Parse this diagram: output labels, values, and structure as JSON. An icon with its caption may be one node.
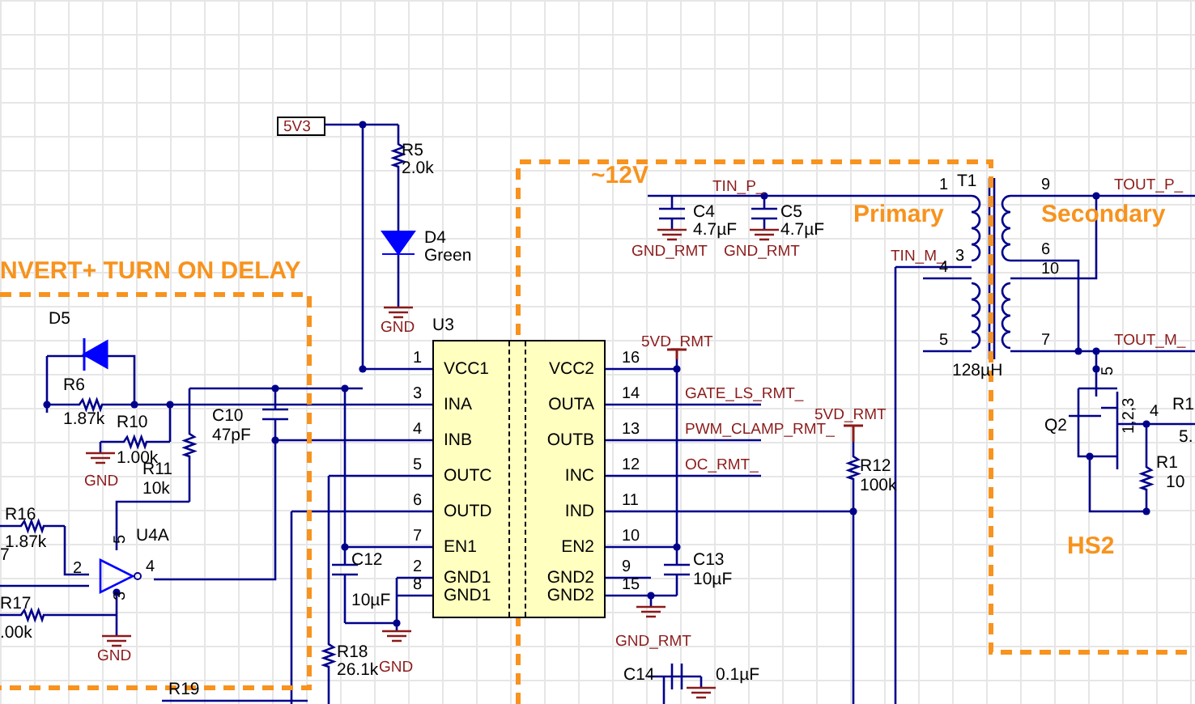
{
  "diagram": {
    "nodes": [
      {
        "text": [
          "5V3"
        ]
      },
      {
        "text": [
          "VCC1",
          "VCC2",
          "INA",
          "OUTA",
          "INB",
          "OUTB",
          "OUTC",
          "INC",
          "OUTD",
          "IND",
          "EN1",
          "EN2",
          "GND1",
          "GND2",
          "GND1",
          "GND2"
        ]
      }
    ],
    "labels": [
      "R5",
      "2.0k",
      "~12V",
      "TIN_P_",
      "1",
      "T1",
      "9",
      "TOUT_P_",
      "C4",
      "C5",
      "Primary",
      "Secondary",
      "D4",
      "4.7µF",
      "4.7µF",
      "Green",
      "GND_RMT",
      "GND_RMT",
      "TIN_M_",
      "3",
      "6",
      "4",
      "10",
      "NVERT+ TURN ON DELAY",
      "D5",
      "GND",
      "U3",
      "5VD_RMT",
      "5",
      "7",
      "TOUT_M_",
      "1",
      "16",
      "128µH",
      "R6",
      "1.87k",
      "3",
      "14",
      "GATE_LS_RMT_",
      "5",
      "R1",
      "R10",
      "1.00k",
      "C10",
      "47pF",
      "4",
      "13",
      "PWM_CLAMP_RMT_",
      "5VD_RMT",
      "Q2",
      "4",
      "5.",
      "GND",
      "R11",
      "10k",
      "5",
      "12",
      "OC_RMT_",
      "R12",
      "100k",
      "1,2,3",
      "R1",
      "10",
      "R16",
      "1.87k",
      "6",
      "11",
      "U4A",
      "7",
      "7",
      "10",
      "HS2",
      "C12",
      "C13",
      "2",
      "5",
      "4",
      "2",
      "9",
      "8",
      "15",
      "10µF",
      "R17",
      "10µF",
      ".00k",
      "3",
      "R18",
      "26.1k",
      "GND_RMT",
      "GND",
      "GND",
      "C14",
      "0.1µF",
      "R19"
    ]
  }
}
